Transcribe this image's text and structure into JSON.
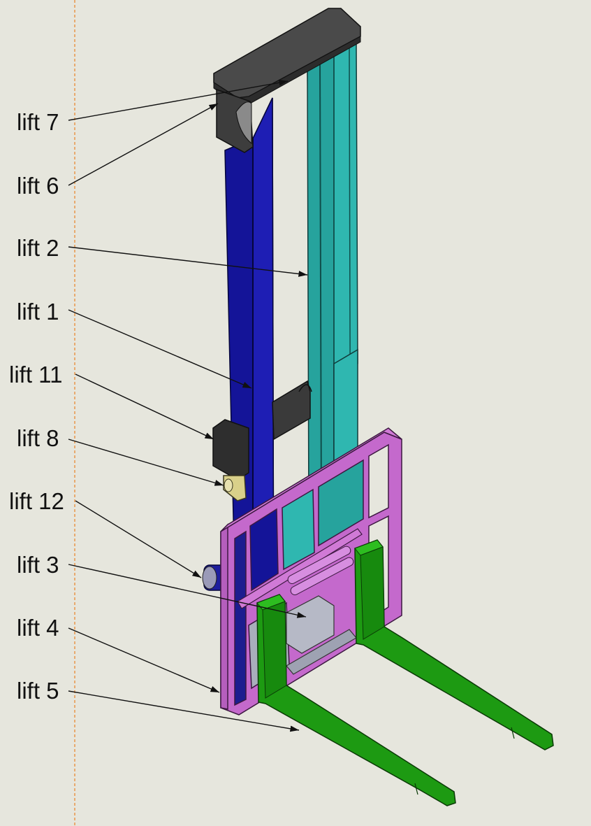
{
  "labels": {
    "lift7": "lift 7",
    "lift6": "lift 6",
    "lift2": "lift 2",
    "lift1": "lift 1",
    "lift11": "lift 11",
    "lift8": "lift 8",
    "lift12": "lift 12",
    "lift3": "lift 3",
    "lift4": "lift 4",
    "lift5": "lift 5"
  },
  "colors": {
    "background": "#e6e6dd",
    "reference_line": "#e8964a",
    "mast_blue": "#1a1aa6",
    "mast_teal": "#2fb7b0",
    "carriage_magenta": "#c469cc",
    "fork_green": "#1d9a12",
    "top_plate": "#4a4a4a",
    "cylinder_gray": "#b8bcc8",
    "bracket_yellow": "#d9d08a"
  }
}
